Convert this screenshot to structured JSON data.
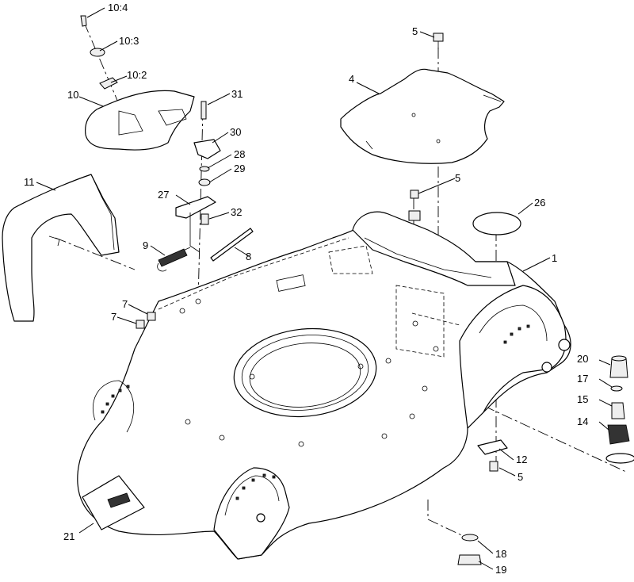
{
  "callouts": {
    "c10_4": "10:4",
    "c10_3": "10:3",
    "c10_2": "10:2",
    "c10": "10",
    "c31": "31",
    "c30": "30",
    "c28": "28",
    "c29": "29",
    "c27": "27",
    "c32": "32",
    "c9": "9",
    "c8": "8",
    "c11": "11",
    "c5a": "5",
    "c4": "4",
    "c5b": "5",
    "c26": "26",
    "c1": "1",
    "c7a": "7",
    "c7b": "7",
    "c20": "20",
    "c17": "17",
    "c15": "15",
    "c14": "14",
    "c12": "12",
    "c5c": "5",
    "c21": "21",
    "c18": "18",
    "c19": "19"
  }
}
